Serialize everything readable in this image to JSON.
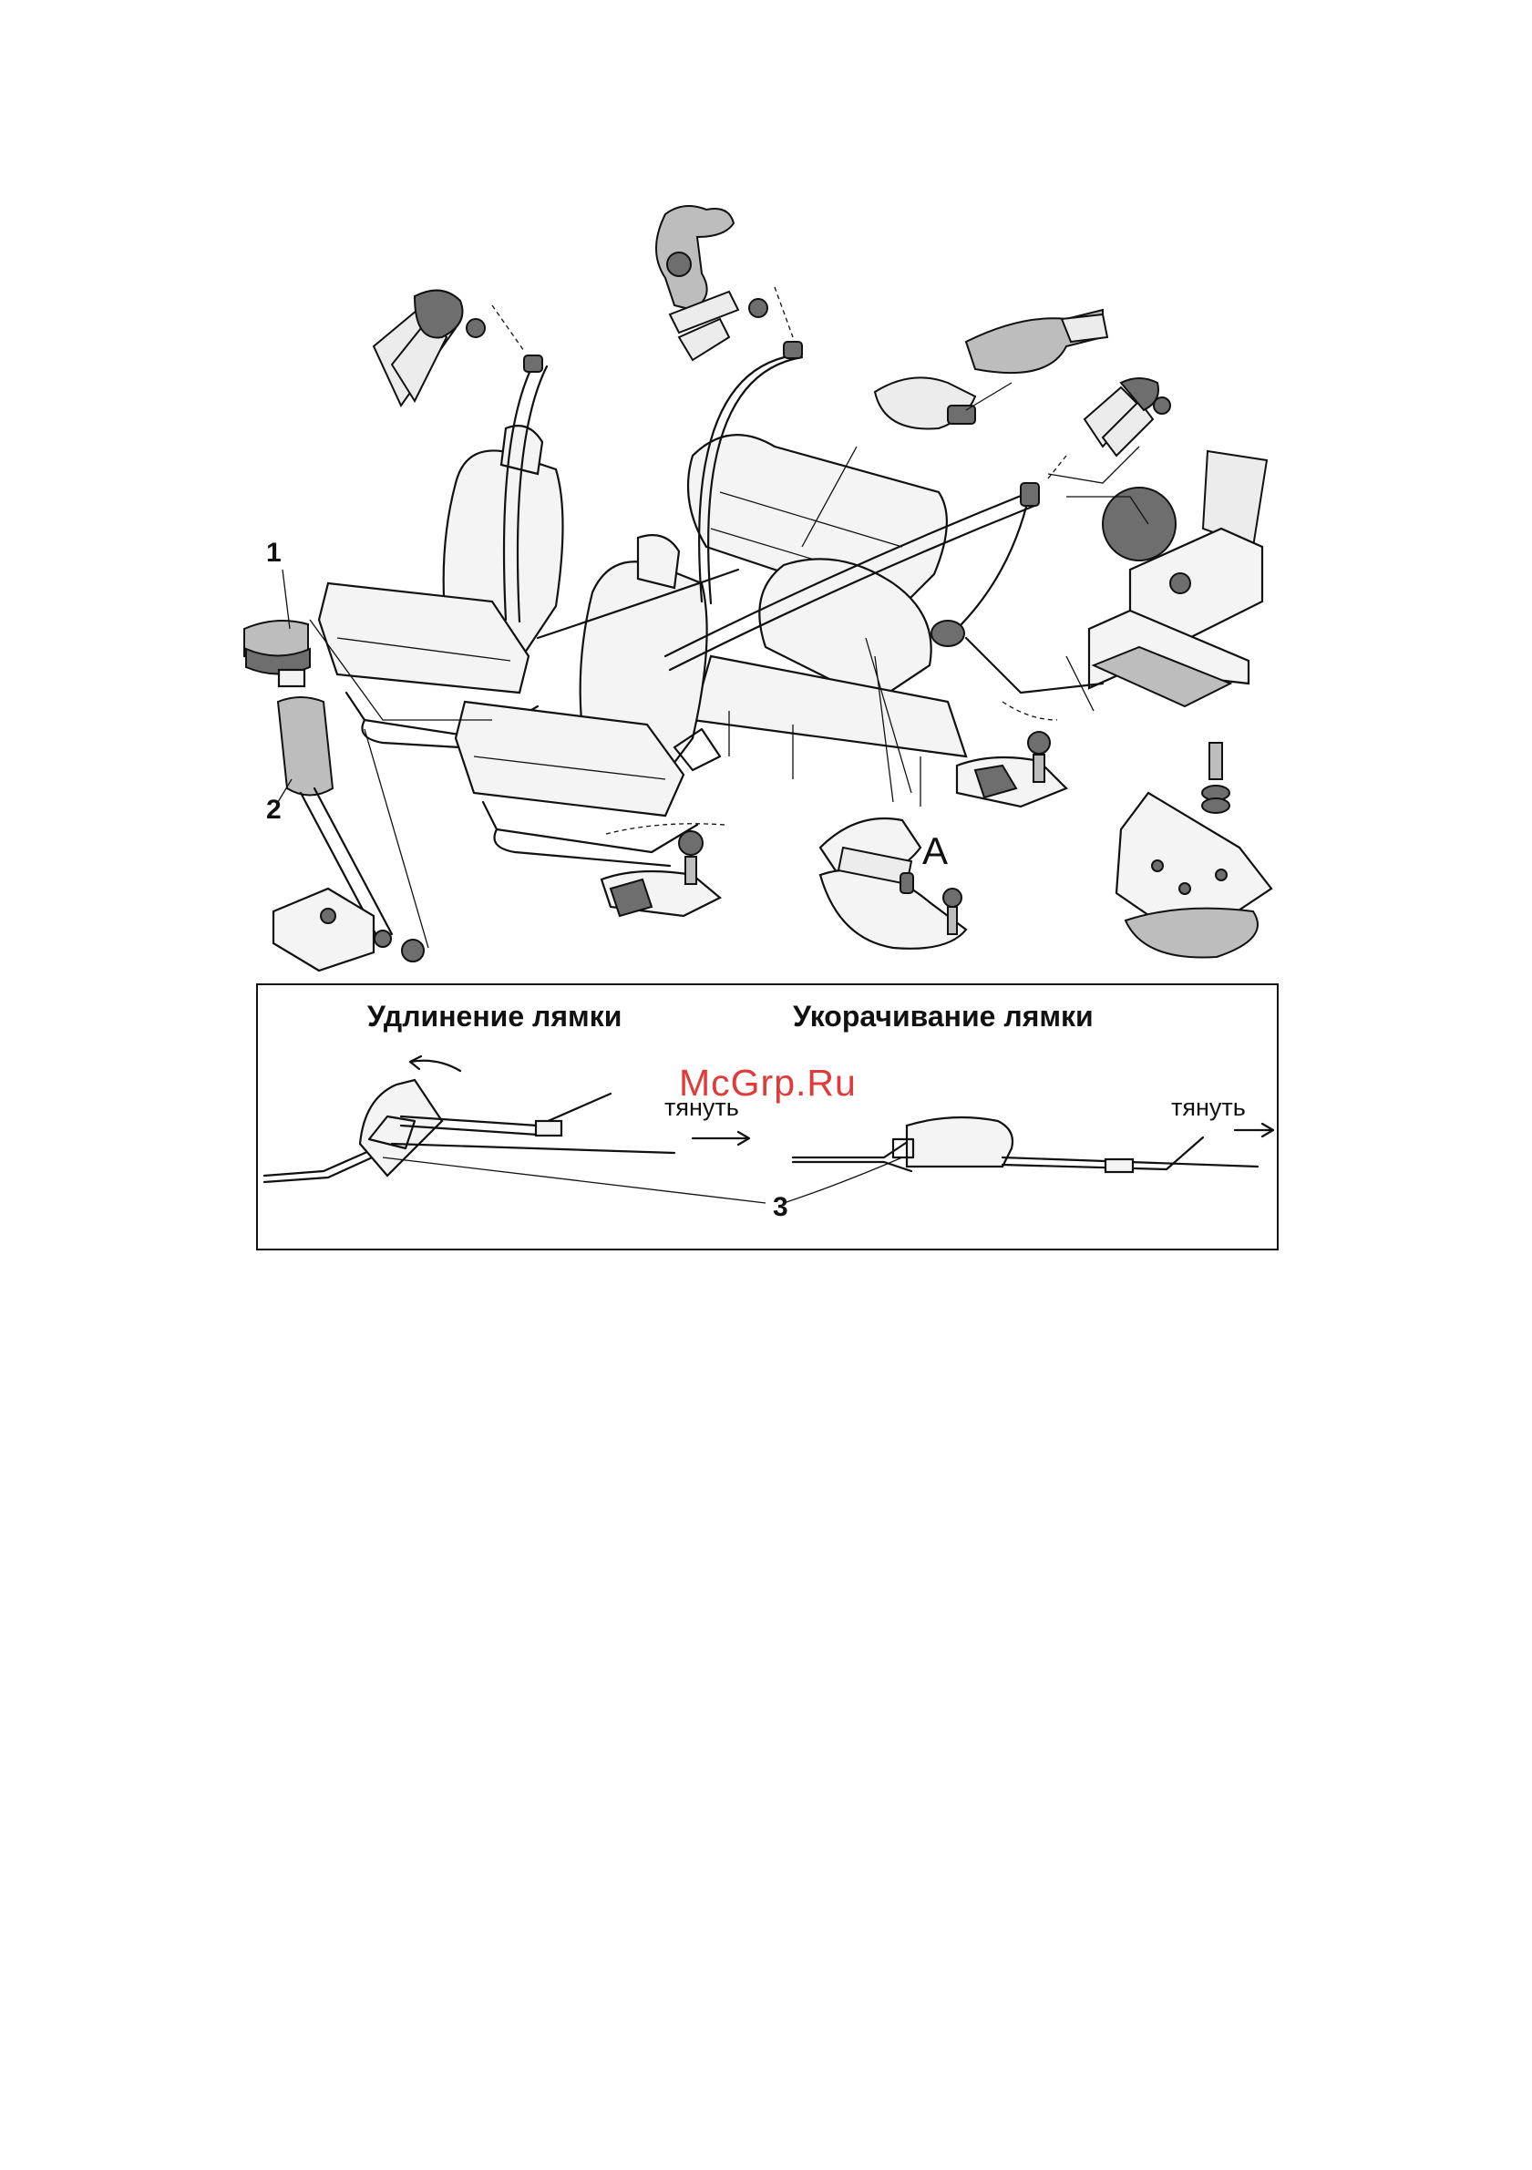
{
  "callouts": {
    "c1": "1",
    "c2": "2",
    "c3": "3",
    "detail_a": "A"
  },
  "adjust_box": {
    "lengthen_heading": "Удлинение лямки",
    "shorten_heading": "Укорачивание лямки",
    "pull_label_left": "тянуть",
    "pull_label_right": "тянуть"
  },
  "watermark": "McGrp.Ru"
}
